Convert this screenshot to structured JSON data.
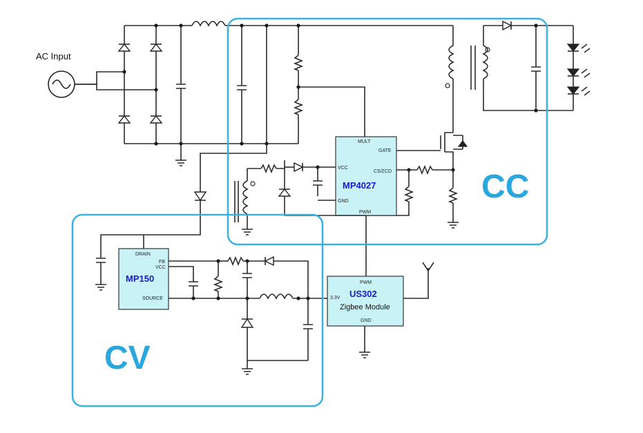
{
  "ac_input": {
    "label": "AC Input"
  },
  "regions": {
    "cc": "CC",
    "cv": "CV"
  },
  "mp4027": {
    "name": "MP4027",
    "pins": {
      "mult": "MULT",
      "gate": "GATE",
      "vcc": "VCC",
      "cs_zcd": "CS/ZCD",
      "gnd": "GND",
      "pwm": "PWM"
    }
  },
  "mp150": {
    "name": "MP150",
    "pins": {
      "drain": "DRAIN",
      "fb": "FB",
      "vcc": "VCC",
      "source": "SOURCE"
    }
  },
  "us302": {
    "name": "US302",
    "subtitle": "Zigbee Module",
    "pins": {
      "pwm": "PWM",
      "v33": "3.3V",
      "gnd": "GND"
    }
  },
  "colors": {
    "region": "#3ab0e2",
    "chip_fill": "#c9f2f6",
    "chip_name": "#1919cc"
  }
}
